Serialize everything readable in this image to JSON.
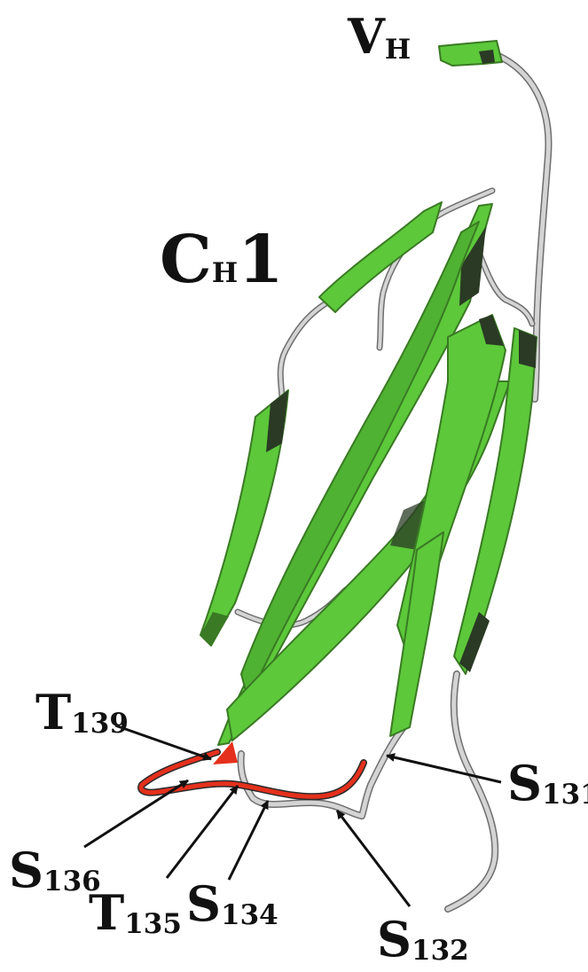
{
  "colors": {
    "strand": "#5cc83a",
    "strand_shadow": "#3a7a24",
    "strand_dark": "#2a3a24",
    "loop": "#d4d4d4",
    "loop_dark": "#6e6e6e",
    "highlight": "#e4301c",
    "arrow": "#111111",
    "text": "#111111",
    "background": "#ffffff"
  },
  "domain_labels": {
    "vh": {
      "main": "V",
      "sub": "H"
    },
    "ch1": {
      "main": "C",
      "sub": "H",
      "tail": "1"
    }
  },
  "residue_labels": [
    {
      "id": "t139",
      "main": "T",
      "sub": "139"
    },
    {
      "id": "s131",
      "main": "S",
      "sub": "131"
    },
    {
      "id": "s136",
      "main": "S",
      "sub": "136"
    },
    {
      "id": "t135",
      "main": "T",
      "sub": "135"
    },
    {
      "id": "s134",
      "main": "S",
      "sub": "134"
    },
    {
      "id": "s132",
      "main": "S",
      "sub": "132"
    }
  ]
}
